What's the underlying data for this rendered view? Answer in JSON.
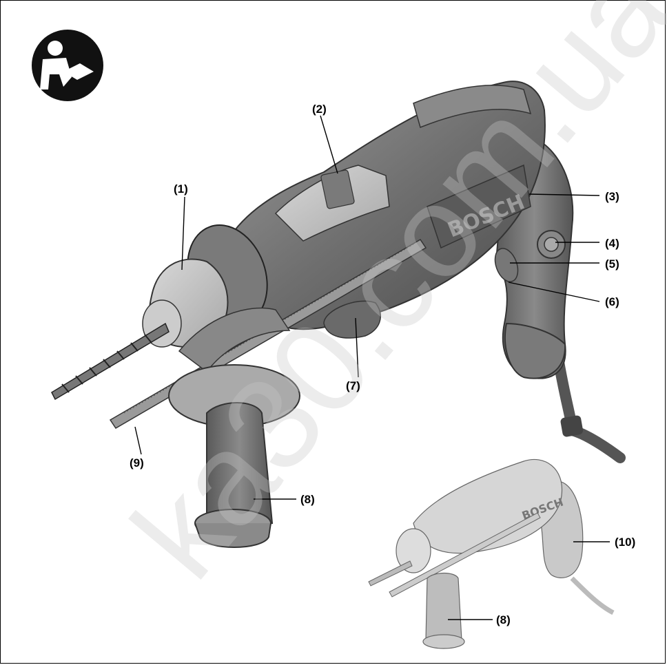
{
  "manual_icon": "read-manual-icon",
  "brand_text": "BOSCH",
  "labels": {
    "l1": "(1)",
    "l2": "(2)",
    "l3": "(3)",
    "l4": "(4)",
    "l5": "(5)",
    "l6": "(6)",
    "l7": "(7)",
    "l8a": "(8)",
    "l8b": "(8)",
    "l9": "(9)",
    "l10": "(10)"
  },
  "watermark": "ka30.com.ua",
  "colors": {
    "body": "#6f6f6f",
    "body_dark": "#4a4a4a",
    "body_light": "#9a9a9a",
    "ink": "#000000"
  }
}
